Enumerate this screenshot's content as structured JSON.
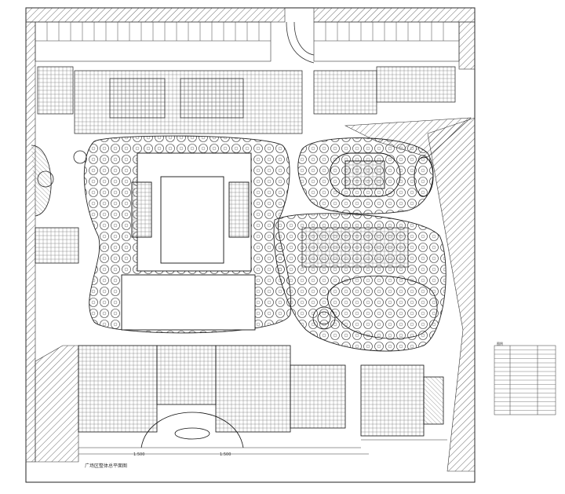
{
  "drawing": {
    "title": "广场区整体总平面图",
    "scale_marks": [
      "1:500",
      "1:500"
    ],
    "legend_heading": "图例",
    "legend_rows": 16,
    "colors": {
      "line": "#222222",
      "hatch": "#333333",
      "paper": "#ffffff"
    }
  }
}
